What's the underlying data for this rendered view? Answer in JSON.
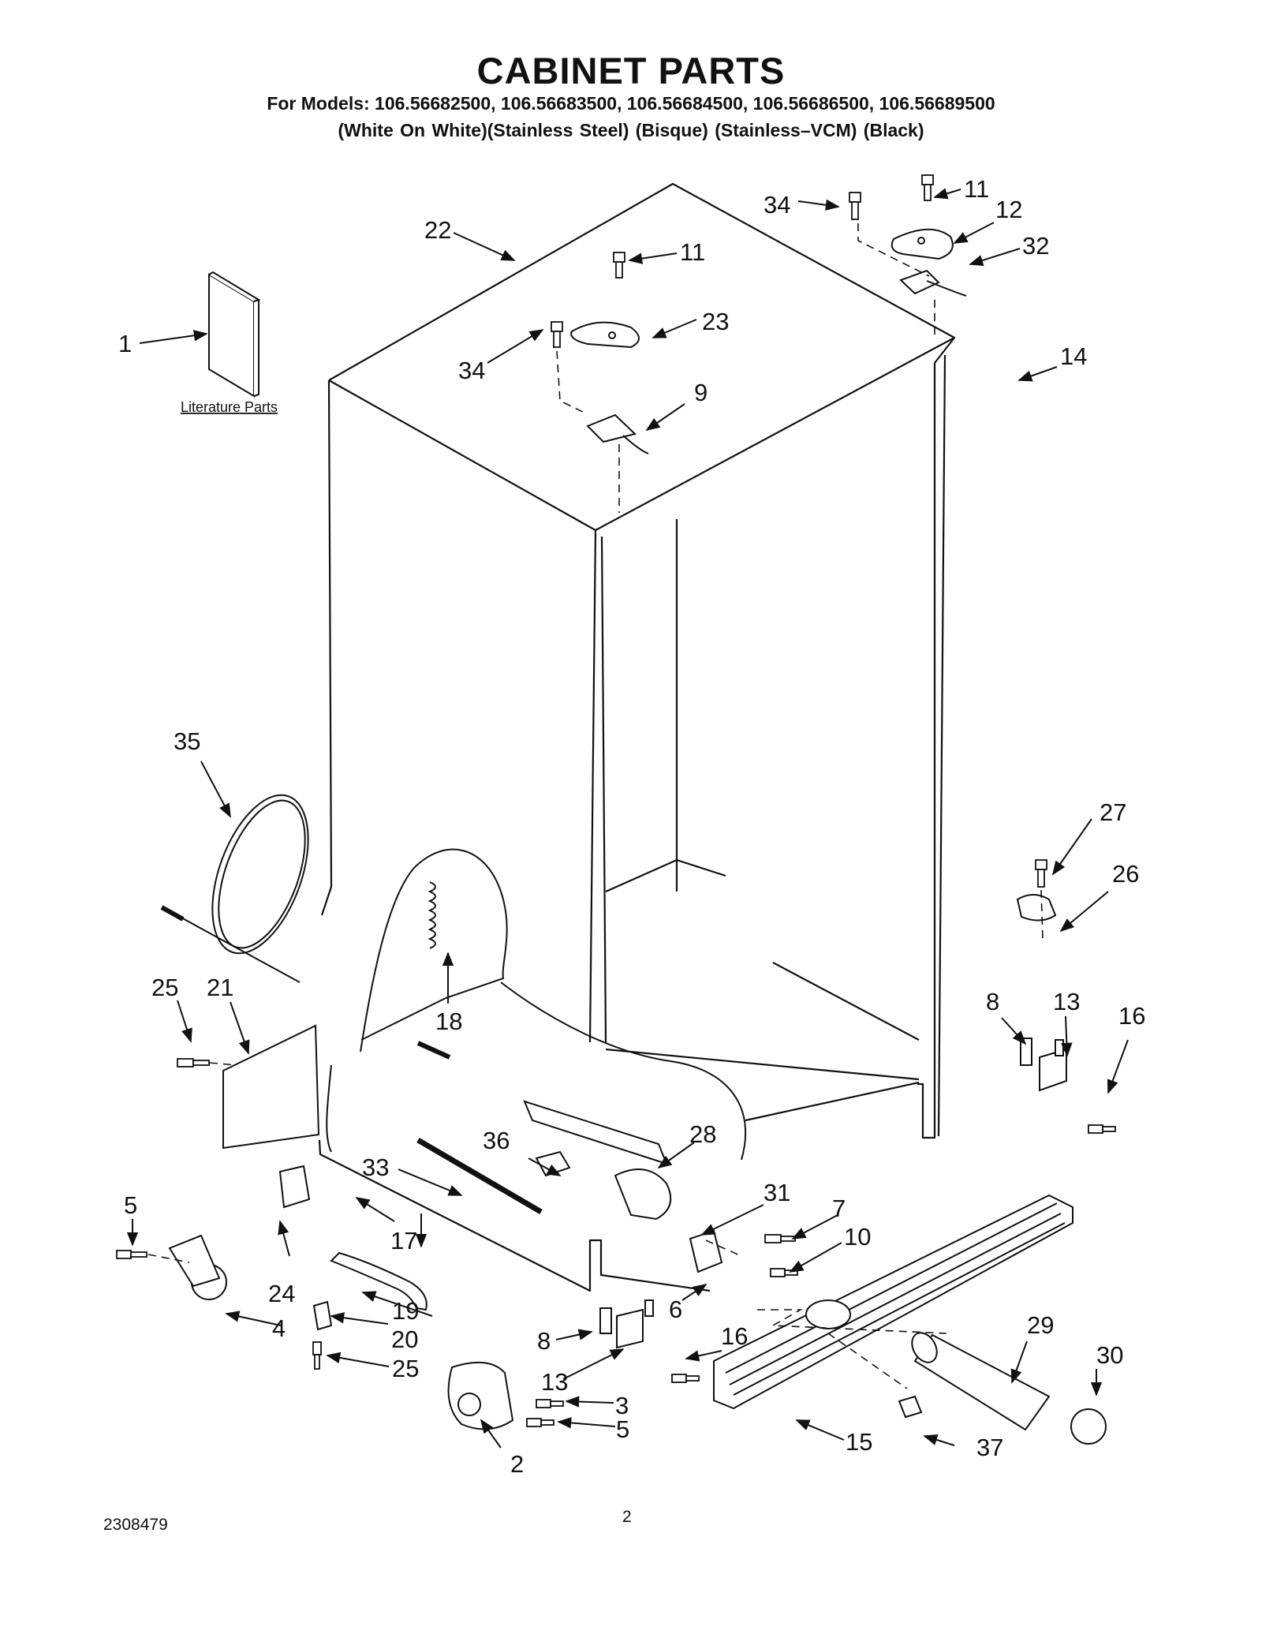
{
  "title": "CABINET PARTS",
  "models_line": "For Models: 106.56682500, 106.56683500, 106.56684500, 106.56686500, 106.56689500",
  "finishes_line": "(White On White)(Stainless Steel)   (Bisque)    (Stainless–VCM)    (Black)",
  "literature_label": "Literature Parts",
  "callouts": [
    "1",
    "2",
    "3",
    "4",
    "5",
    "5",
    "6",
    "7",
    "8",
    "8",
    "9",
    "10",
    "11",
    "11",
    "12",
    "13",
    "13",
    "14",
    "15",
    "16",
    "16",
    "17",
    "18",
    "19",
    "20",
    "21",
    "22",
    "23",
    "24",
    "25",
    "25",
    "26",
    "27",
    "28",
    "29",
    "30",
    "31",
    "32",
    "33",
    "34",
    "34",
    "35",
    "36",
    "37"
  ],
  "footer": {
    "doc_number": "2308479",
    "page_number": "2"
  },
  "colors": {
    "ink": "#111111",
    "background": "#ffffff"
  }
}
